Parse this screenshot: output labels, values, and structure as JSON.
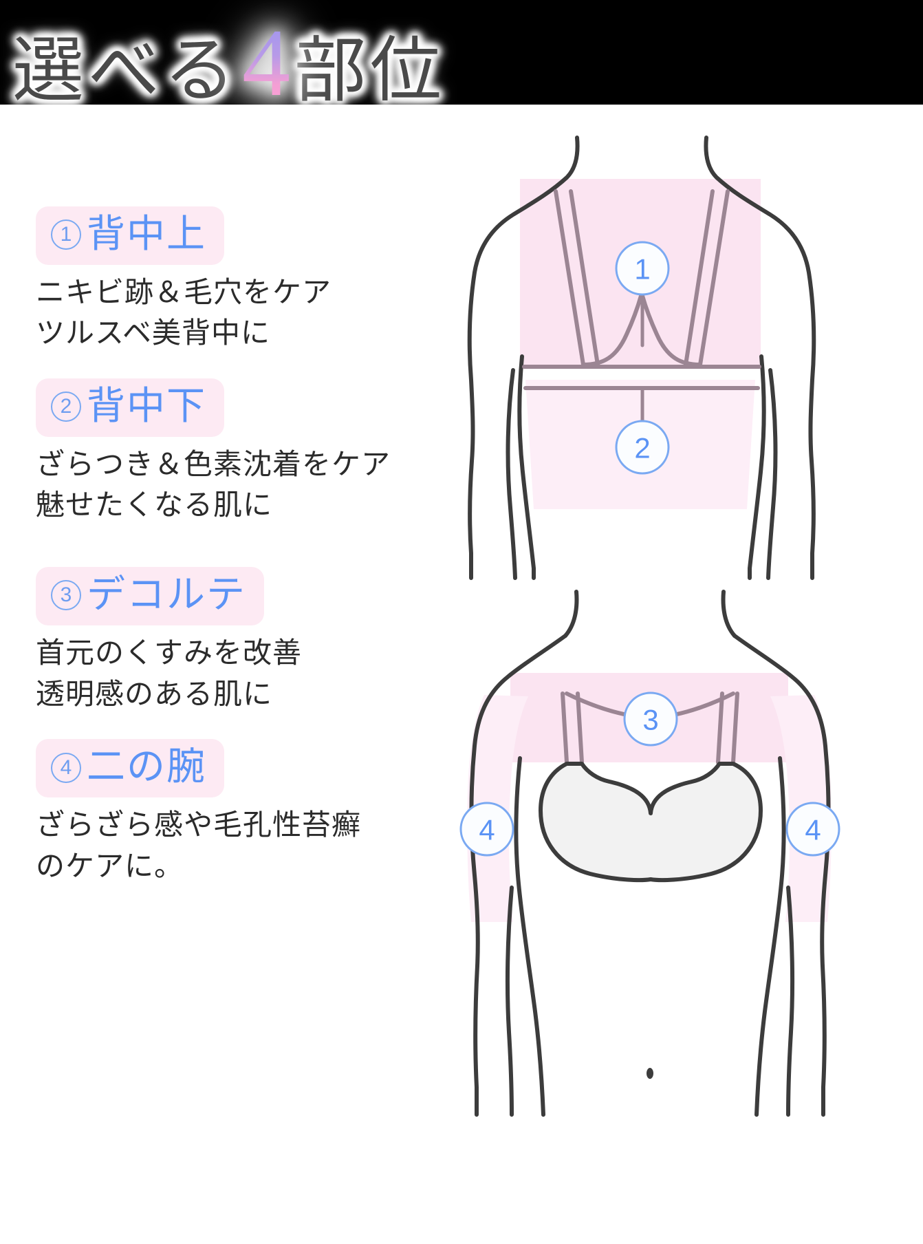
{
  "header": {
    "title_prefix": "選べる",
    "title_number": "4",
    "title_suffix": "部位"
  },
  "areas": [
    {
      "number": "1",
      "marker": "1",
      "label": "背中上",
      "desc_line1": "ニキビ跡＆毛穴をケア",
      "desc_line2": "ツルスベ美背中に"
    },
    {
      "number": "2",
      "marker": "2",
      "label": "背中下",
      "desc_line1": "ざらつき＆色素沈着をケア",
      "desc_line2": "魅せたくなる肌に"
    },
    {
      "number": "3",
      "marker": "3",
      "label": "デコルテ",
      "desc_line1": "首元のくすみを改善",
      "desc_line2": "透明感のある肌に"
    },
    {
      "number": "4",
      "marker": "4",
      "label": "二の腕",
      "desc_line1": "ざらざら感や毛孔性苔癬",
      "desc_line2": "のケアに。"
    }
  ],
  "illustrations": {
    "back_view": {
      "name": "back-body-diagram",
      "markers": [
        "1",
        "2"
      ]
    },
    "front_view": {
      "name": "front-body-diagram",
      "markers": [
        "3",
        "4",
        "4"
      ]
    }
  },
  "colors": {
    "background": "#000000",
    "card": "#ffffff",
    "pill_background": "#fdeaf3",
    "label_blue": "#5b93f5",
    "marker_blue": "#7aa9f2",
    "zone_pink": "#fbe4f1",
    "strap_mauve": "#9b8593",
    "body_outline": "#3c3c3c",
    "title_gray": "#4a4a4a",
    "title_gradient_start": "#9b95ef",
    "title_gradient_end": "#ff9fd5"
  }
}
